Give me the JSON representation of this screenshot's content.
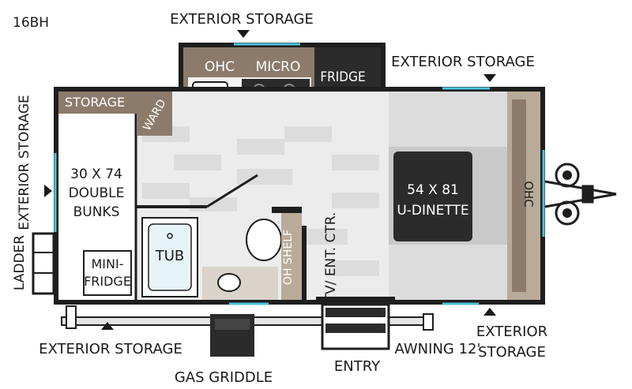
{
  "model": "16BH",
  "labels": {
    "exterior_storage_top": "EXTERIOR STORAGE",
    "exterior_storage_top_right": "EXTERIOR STORAGE",
    "exterior_storage_left": "EXTERIOR STORAGE",
    "exterior_storage_bottom_left": "EXTERIOR STORAGE",
    "exterior_storage_bottom_right_line1": "EXTERIOR",
    "exterior_storage_bottom_right_line2": "STORAGE",
    "ohc_kitchen": "OHC",
    "micro": "MICRO",
    "fridge": "FRIDGE",
    "storage": "STORAGE",
    "ward": "WARD",
    "bunks_line1": "30 X 74",
    "bunks_line2": "DOUBLE",
    "bunks_line3": "BUNKS",
    "mini_fridge_line1": "MINI-",
    "mini_fridge_line2": "FRIDGE",
    "tub": "TUB",
    "oh_shelf": "OH SHELF",
    "tv_ent_ctr": "TV/ ENT. CTR.",
    "dinette_line1": "54 X 81",
    "dinette_line2": "U-DINETTE",
    "ohc_front": "OHC",
    "ladder": "LADDER",
    "gas_griddle": "GAS GRIDDLE",
    "entry": "ENTRY",
    "awning": "AWNING 12'"
  },
  "colors": {
    "wall": "#1e1e1e",
    "floor_light": "#ececec",
    "floor_tile": "#dcdcdc",
    "cabinet_brown": "#8c7b6b",
    "cabinet_tan": "#b9ab99",
    "dark_appliance": "#2b2b2b",
    "window_blue": "#4fc3dc",
    "dinette_gray": "#c9c9c9",
    "bunk_white": "#ffffff"
  }
}
